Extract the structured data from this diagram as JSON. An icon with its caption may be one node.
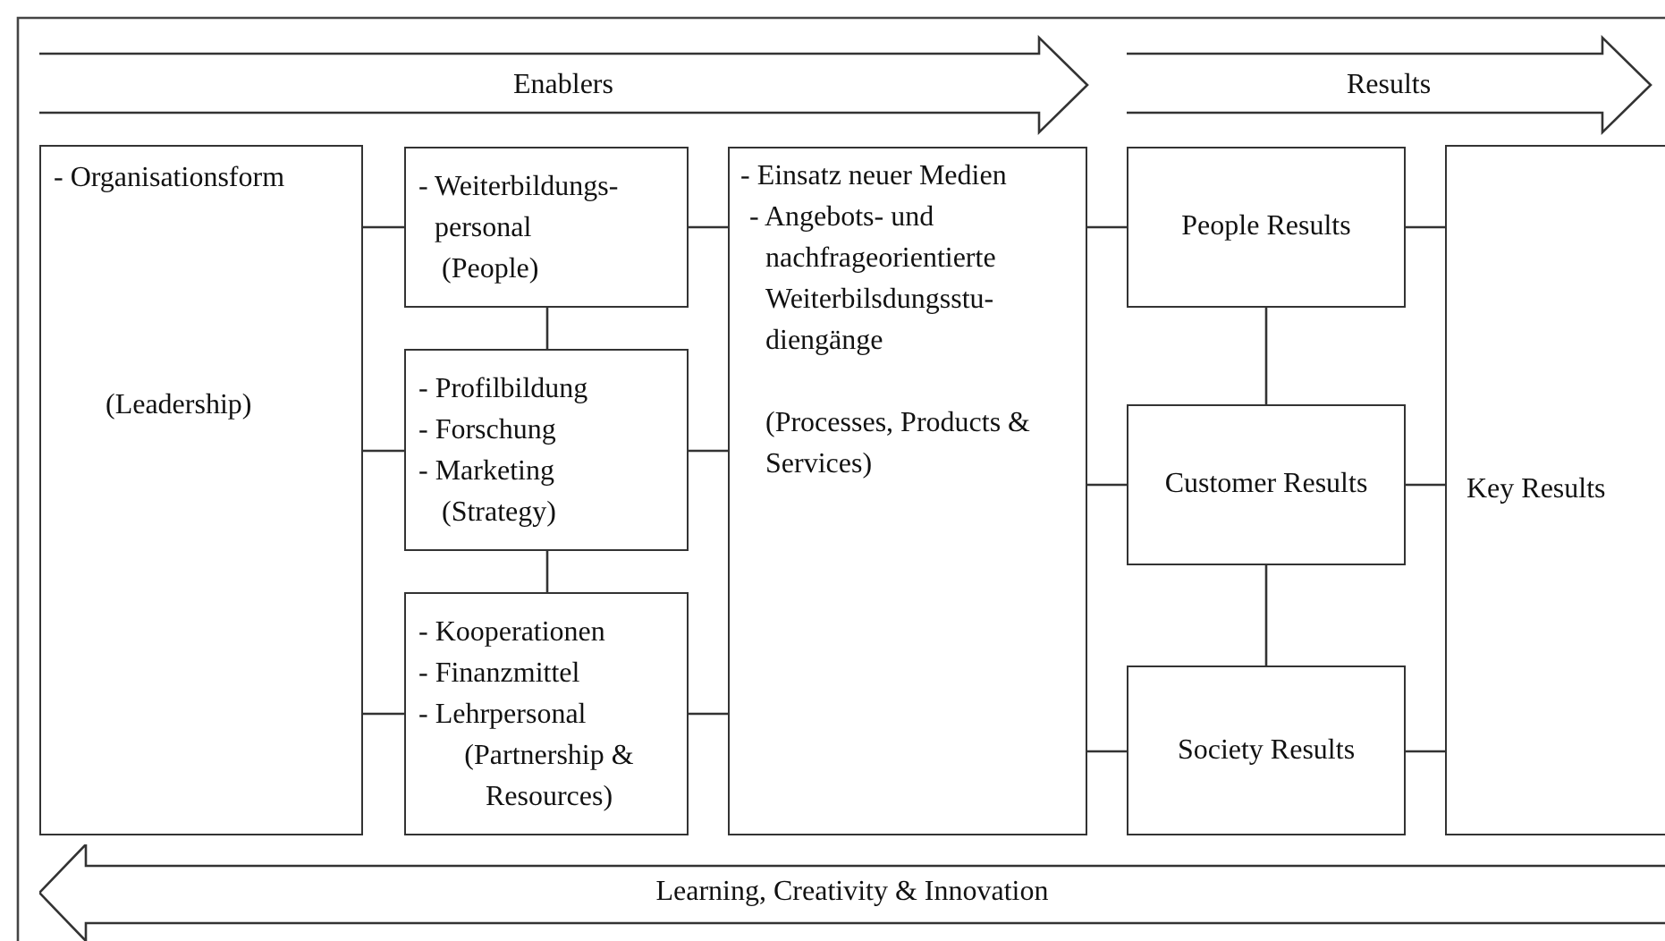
{
  "diagram": {
    "nodes": [
      {
        "text": [
          "Enablers"
        ]
      },
      {
        "text": [
          "Results"
        ]
      },
      {
        "text": [
          "- Organisationsform",
          "(Leadership)"
        ]
      },
      {
        "text": [
          "- Weiterbildungs- personal",
          "(People)"
        ]
      },
      {
        "text": [
          "- Profilbildung",
          "- Forschung",
          "- Marketing",
          "(Strategy)"
        ]
      },
      {
        "text": [
          "- Kooperationen",
          "- Finanzmittel",
          "- Lehrpersonal",
          "(Partnership & Resources)"
        ]
      },
      {
        "text": [
          "- Einsatz neuer Medien",
          "- Angebots- und nachfrageorientierte Weiterbilsdungsstu- diengänge",
          "(Processes, Products & Services)"
        ]
      },
      {
        "text": [
          "People Results"
        ]
      },
      {
        "text": [
          "Customer Results"
        ]
      },
      {
        "text": [
          "Society Results"
        ]
      },
      {
        "text": [
          "Key Results"
        ]
      },
      {
        "text": [
          "Learning, Creativity & Innovation"
        ]
      }
    ],
    "edges": [
      {
        "from": 2,
        "to": 3,
        "arrow": "none"
      },
      {
        "from": 2,
        "to": 4,
        "arrow": "none"
      },
      {
        "from": 2,
        "to": 5,
        "arrow": "none"
      },
      {
        "from": 3,
        "to": 4,
        "arrow": "none"
      },
      {
        "from": 4,
        "to": 5,
        "arrow": "none"
      },
      {
        "from": 3,
        "to": 6,
        "arrow": "none"
      },
      {
        "from": 4,
        "to": 6,
        "arrow": "none"
      },
      {
        "from": 5,
        "to": 6,
        "arrow": "none"
      },
      {
        "from": 6,
        "to": 7,
        "arrow": "none"
      },
      {
        "from": 6,
        "to": 8,
        "arrow": "none"
      },
      {
        "from": 6,
        "to": 9,
        "arrow": "none"
      },
      {
        "from": 7,
        "to": 8,
        "arrow": "none"
      },
      {
        "from": 8,
        "to": 9,
        "arrow": "none"
      },
      {
        "from": 7,
        "to": 10,
        "arrow": "none"
      },
      {
        "from": 8,
        "to": 10,
        "arrow": "none"
      },
      {
        "from": 9,
        "to": 10,
        "arrow": "none"
      }
    ]
  }
}
